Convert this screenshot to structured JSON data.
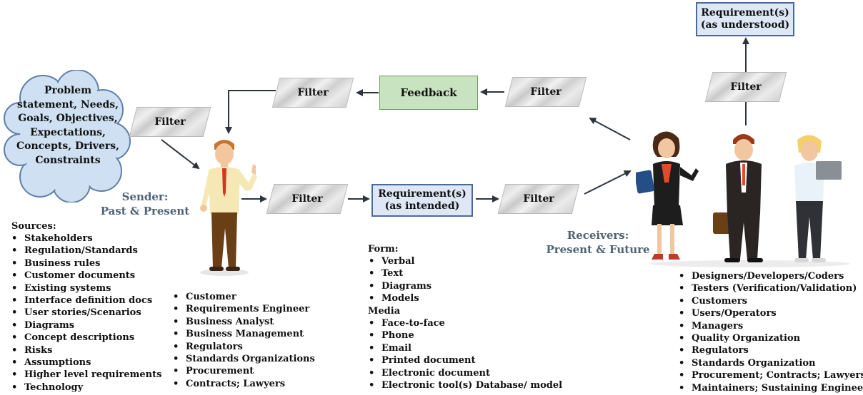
{
  "cloud": {
    "text_lines": [
      "Problem",
      "statement, Needs,",
      "Goals, Objectives,",
      "Expectations,",
      "Concepts, Drivers,",
      "Constraints"
    ]
  },
  "filters": {
    "label": "Filter"
  },
  "feedback_label": "Feedback",
  "requirements_intended": [
    "Requirement(s)",
    "(as intended)"
  ],
  "requirements_understood": [
    "Requirement(s)",
    "(as understood)"
  ],
  "sender": [
    "Sender:",
    "Past & Present"
  ],
  "receivers": [
    "Receivers:",
    "Present & Future"
  ],
  "sources": {
    "heading": "Sources:",
    "items": [
      "Stakeholders",
      "Regulation/Standards",
      "Business rules",
      "Customer documents",
      "Existing systems",
      "Interface definition docs",
      "User stories/Scenarios",
      "Diagrams",
      "Concept descriptions",
      "Risks",
      "Assumptions",
      "Higher level requirements",
      "Technology"
    ]
  },
  "senders_list": {
    "items": [
      "Customer",
      "Requirements Engineer",
      "Business Analyst",
      "Business Management",
      "Regulators",
      "Standards Organizations",
      "Procurement",
      "Contracts; Lawyers"
    ]
  },
  "form": {
    "heading": "Form:",
    "items": [
      "Verbal",
      "Text",
      "Diagrams",
      "Models"
    ]
  },
  "media": {
    "heading": "Media",
    "items": [
      "Face-to-face",
      "Phone",
      "Email",
      "Printed document",
      "Electronic document",
      "Electronic tool(s) Database/ model"
    ]
  },
  "receivers_list": {
    "items": [
      "Designers/Developers/Coders",
      "Testers (Verification/Validation)",
      "Customers",
      "Users/Operators",
      "Managers",
      "Quality Organization",
      "Regulators",
      "Standards Organization",
      "Procurement; Contracts; Lawyers",
      "Maintainers; Sustaining Engineers"
    ]
  },
  "colors": {
    "cloud_fill": "#cfe0f2",
    "cloud_stroke": "#5f7fa8",
    "blue_box": "#dde7f5",
    "green_box": "#c8e3bf",
    "role_text": "#4f6275",
    "arrow": "#2c3440"
  }
}
